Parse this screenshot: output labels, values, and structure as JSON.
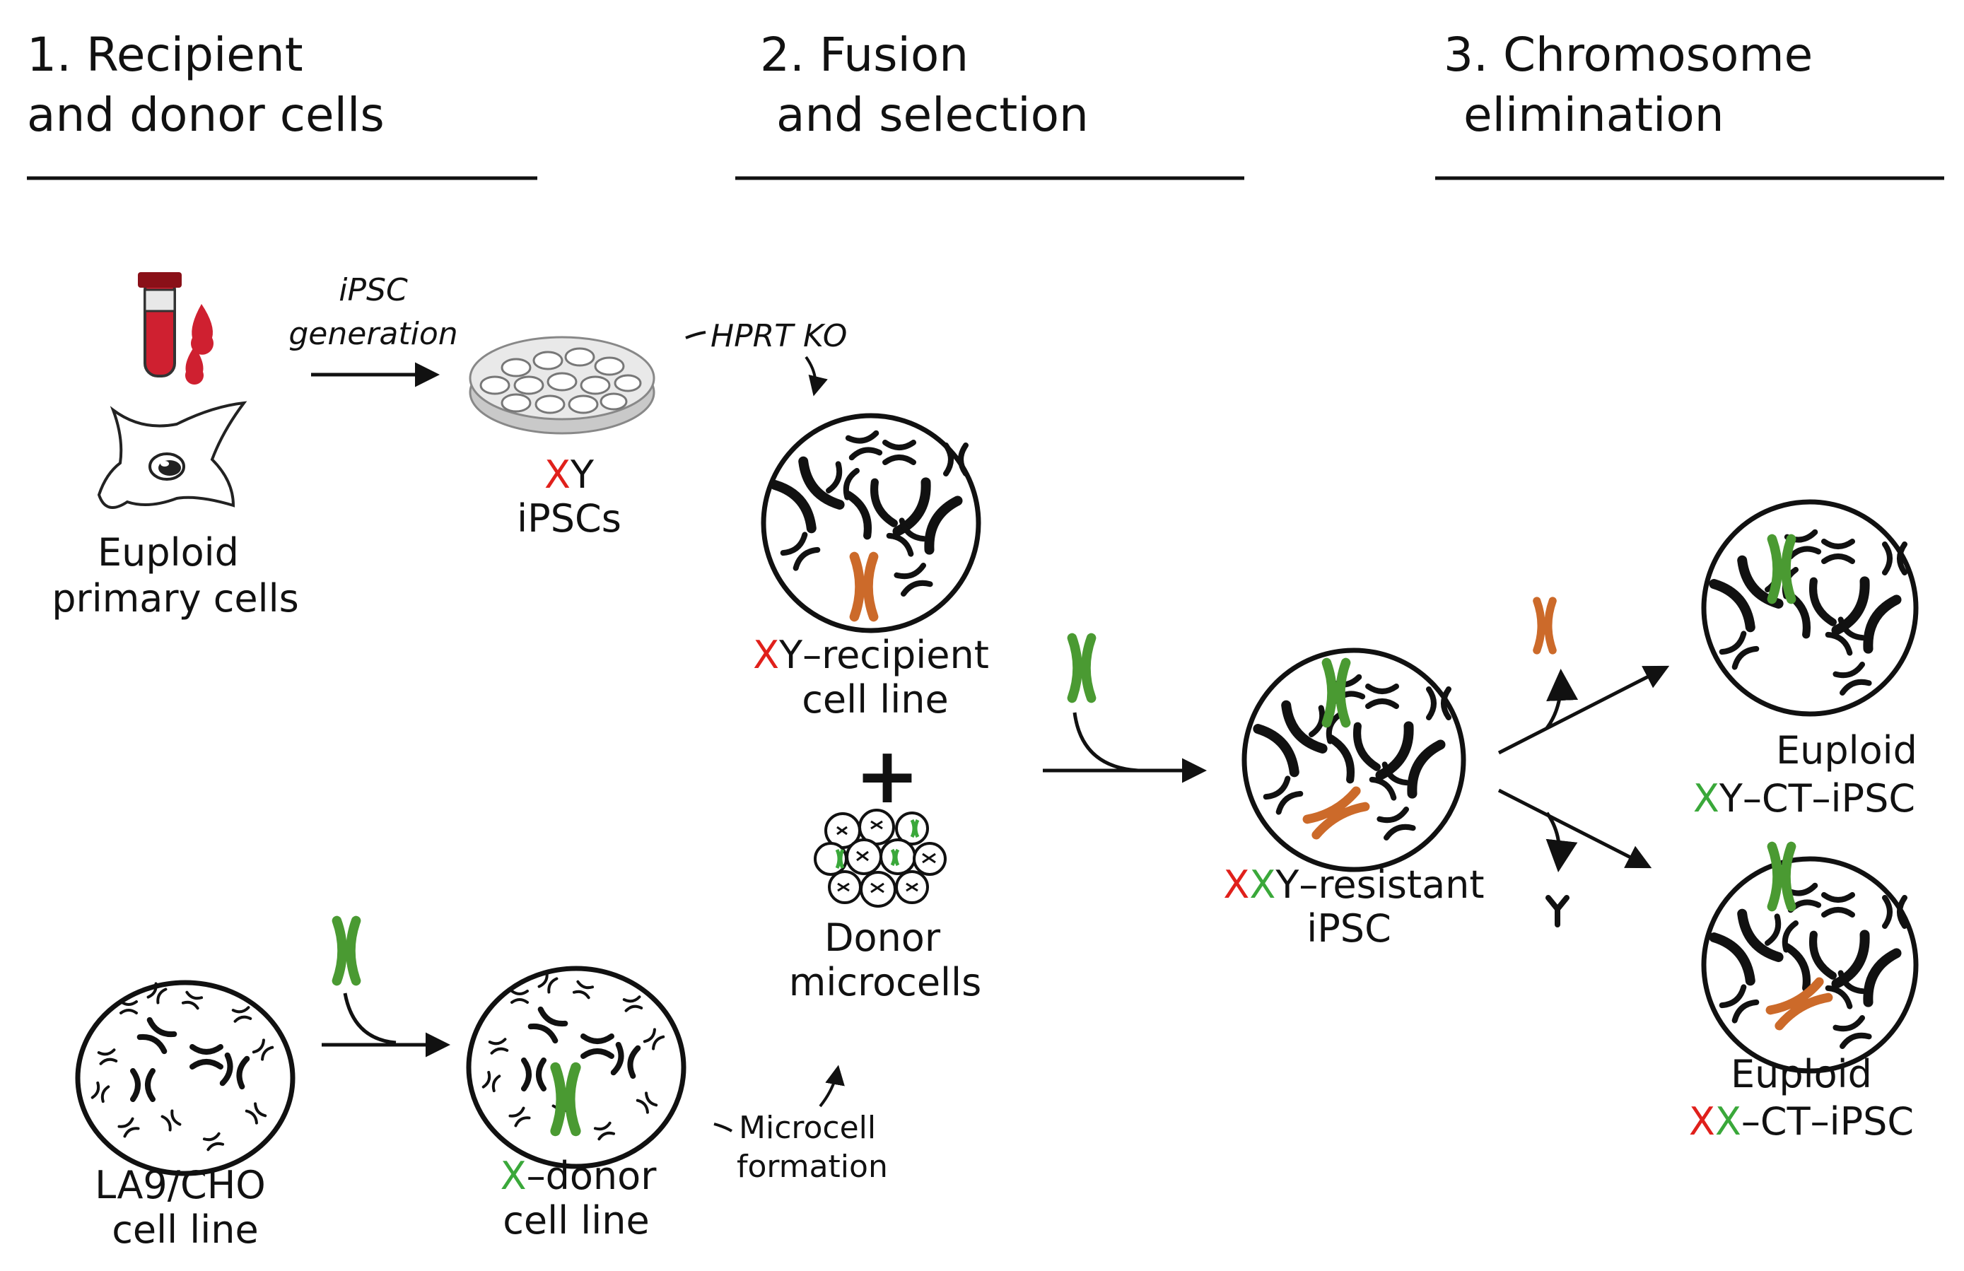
{
  "steps": {
    "step1": {
      "line1": "1. Recipient",
      "line2": "and donor cells"
    },
    "step2": {
      "line1": "2. Fusion",
      "line2": "and selection"
    },
    "step3": {
      "line1": "3. Chromosome",
      "line2": "elimination"
    }
  },
  "labels": {
    "primary_cells": {
      "line1": "Euploid",
      "line2": "primary cells"
    },
    "ipsc_generation": {
      "line1": "iPSC",
      "line2": "generation"
    },
    "ipscs": {
      "x": "X",
      "y": "Y",
      "line2": "iPSCs"
    },
    "hprt_ko": "HPRT KO",
    "recipient": {
      "x": "X",
      "rest": "Y–recipient",
      "line2": "cell line"
    },
    "plus": "+",
    "donor_microcells": {
      "line1": "Donor",
      "line2": "microcells"
    },
    "la9": {
      "line1": "LA9/CHO",
      "line2": "cell line"
    },
    "x_donor": {
      "x": "X",
      "rest": "–donor",
      "line2": "cell line"
    },
    "microcell_formation": {
      "line1": "Microcell",
      "line2": "formation"
    },
    "resistant": {
      "x1": "X",
      "x2": "X",
      "rest": "Y–resistant",
      "line2": "iPSC"
    },
    "euploid_xy": {
      "line1": "Euploid",
      "x": "X",
      "rest": "Y–CT–iPSC"
    },
    "euploid_xx": {
      "line1": "Euploid",
      "x1": "X",
      "x2": "X",
      "rest": "–CT–iPSC"
    }
  },
  "colors": {
    "recipient_x": "#e0201b",
    "donor_x": "#3aa83a",
    "orange_chromosome": "#cc6a2a",
    "green_chromosome": "#4a9a32"
  },
  "icons": [
    "blood-tube-icon",
    "blood-drop-icon",
    "fibroblast-icon",
    "petri-dish-icon",
    "chromosome-icon",
    "cell-icon"
  ]
}
